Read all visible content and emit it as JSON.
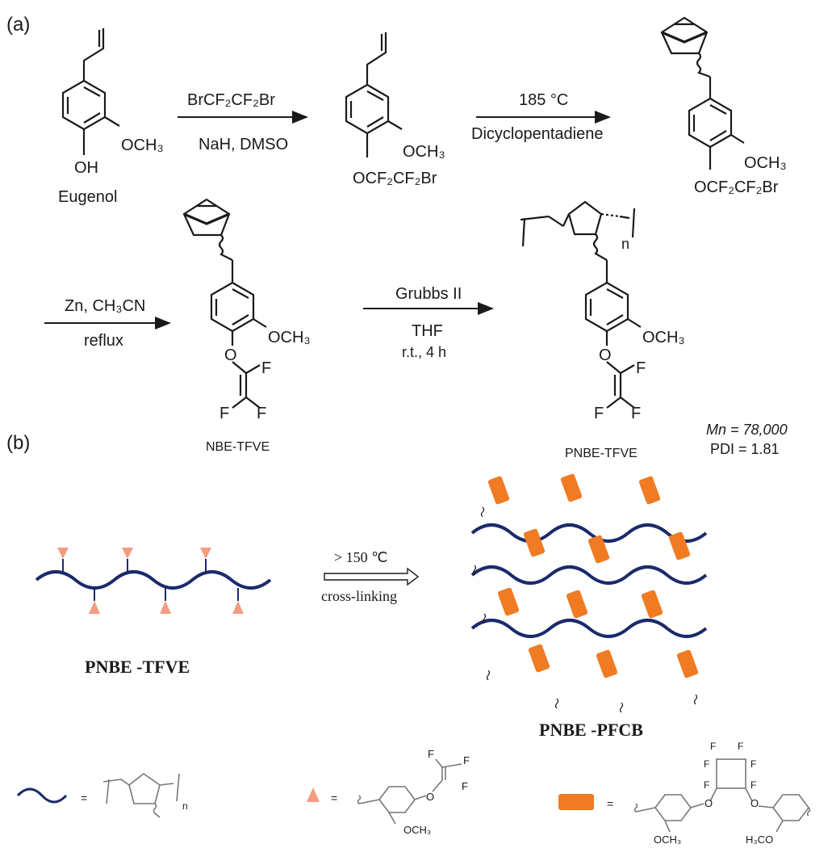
{
  "panel_a": {
    "label": "(a)",
    "step1": {
      "reagent_top": "BrCF₂CF₂Br",
      "reagent_bottom": "NaH, DMSO"
    },
    "step2": {
      "reagent_top": "185 °C",
      "reagent_bottom": "Dicyclopentadiene"
    },
    "step3": {
      "reagent_top": "Zn, CH₃CN",
      "reagent_bottom": "reflux"
    },
    "step4": {
      "reagent_top": "Grubbs II",
      "reagent_mid": "THF",
      "reagent_bottom": "r.t., 4 h"
    },
    "eugenol": {
      "name": "Eugenol",
      "oh": "OH",
      "och3": "OCH₃"
    },
    "intermediate1": {
      "och3": "OCH₃",
      "tail": "OCF₂CF₂Br"
    },
    "intermediate2": {
      "och3": "OCH₃",
      "tail": "OCF₂CF₂Br"
    },
    "monomer": {
      "name": "NBE-TFVE",
      "och3": "OCH₃",
      "o": "O",
      "f1": "F",
      "f2": "F",
      "f3": "F"
    },
    "polymer": {
      "name": "PNBE-TFVE",
      "och3": "OCH₃",
      "o": "O",
      "f1": "F",
      "f2": "F",
      "f3": "F",
      "n": "n"
    },
    "mn_label": "Mn = 78,000",
    "pdi_label": "PDI = 1.81"
  },
  "panel_b": {
    "label": "(b)",
    "condition_top": "> 150 ℃",
    "condition_bottom": "cross-linking",
    "left_name": "PNBE -TFVE",
    "right_name": "PNBE -PFCB"
  },
  "legend": {
    "eq1": "=",
    "eq2": "=",
    "eq3": "=",
    "n": "n",
    "tfve_o": "O",
    "tfve_f1": "F",
    "tfve_f2": "F",
    "tfve_f3": "F",
    "tfve_och3": "OCH₃",
    "pfcb_f": [
      "F",
      "F",
      "F",
      "F",
      "F",
      "F"
    ],
    "pfcb_o1": "O",
    "pfcb_o2": "O",
    "pfcb_och3_left": "OCH₃",
    "pfcb_och3_right": "H₃CO"
  },
  "colors": {
    "chain": "#1b2a6b",
    "triangle": "#f39c82",
    "block": "#f07b22",
    "ink": "#1a1a1a",
    "legend_ink": "#777777"
  }
}
